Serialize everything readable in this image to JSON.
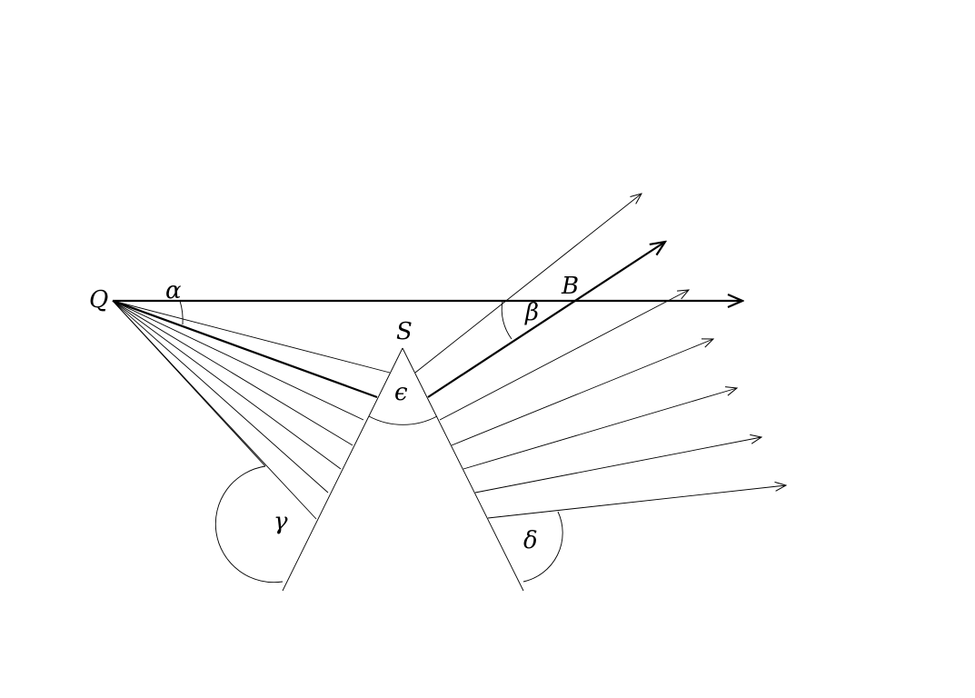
{
  "diagram": {
    "labels": {
      "source": "Q",
      "apex": "S",
      "beam_point": "B",
      "angle_alpha": "α",
      "angle_beta": "β",
      "angle_gamma": "γ",
      "angle_delta": "δ",
      "angle_epsilon": "ϵ"
    },
    "line_color": "#000000",
    "background": "#ffffff"
  }
}
